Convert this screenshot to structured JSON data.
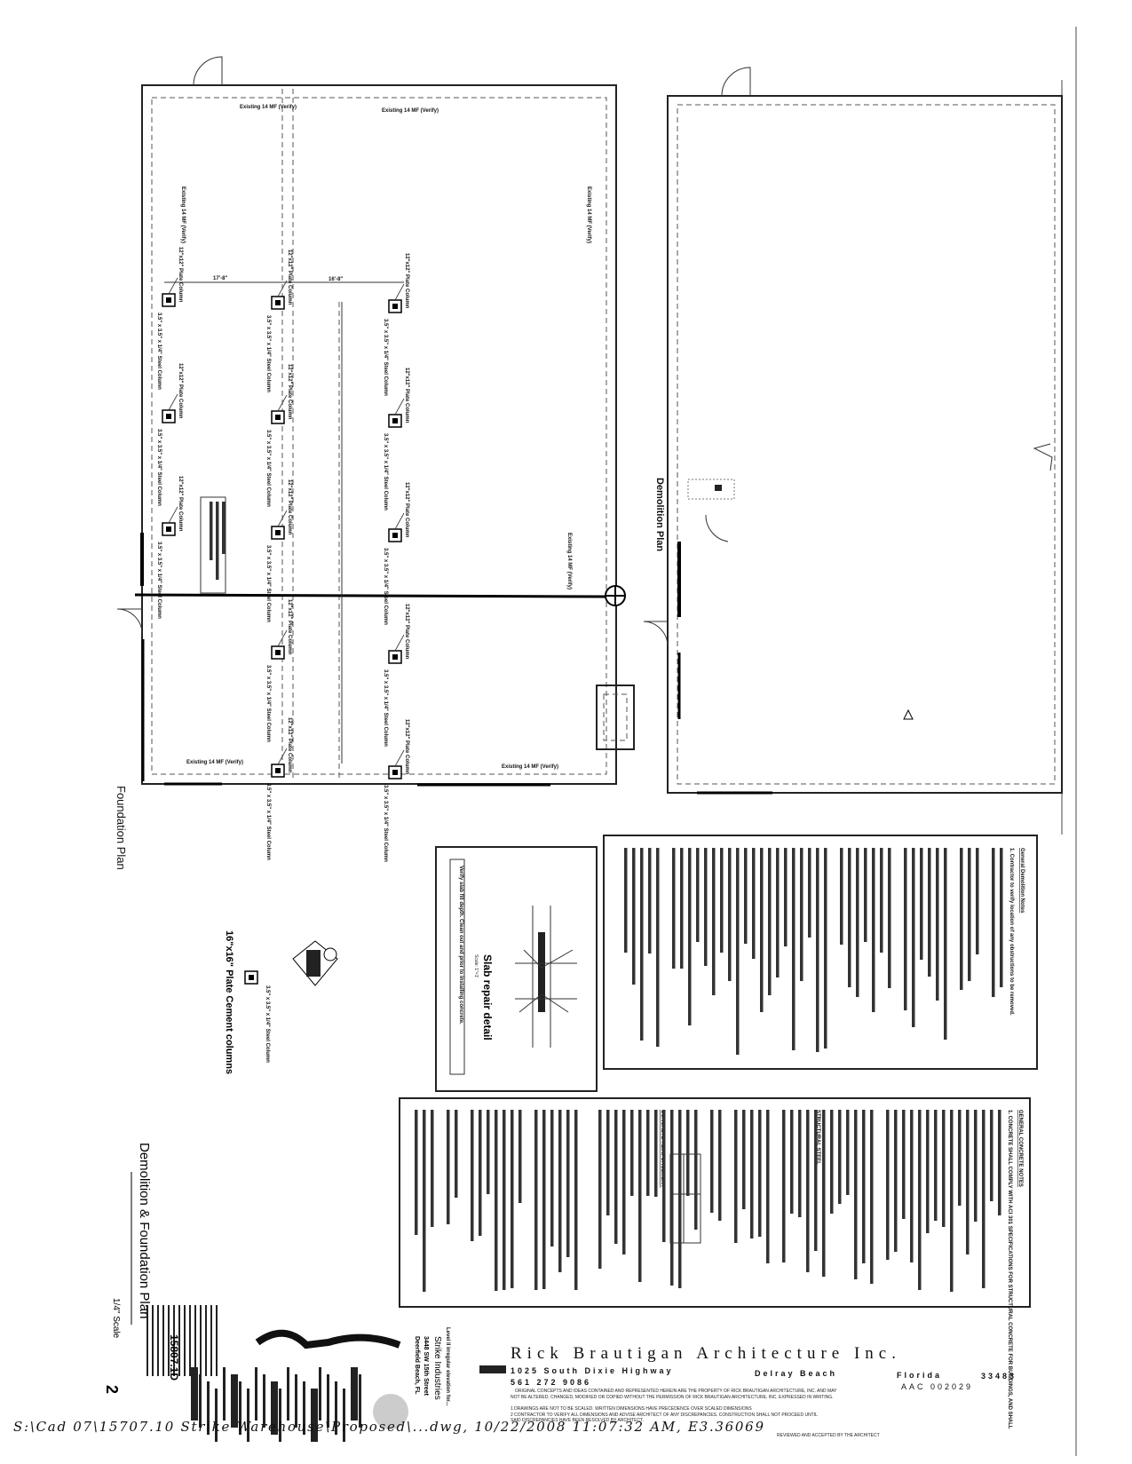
{
  "sheet": {
    "title": "Demolition & Foundation Plan",
    "scale": "1/4\" Scale",
    "sheet_number": "2",
    "job_number": "15807.1D"
  },
  "plans": {
    "foundation_title": "Foundation Plan",
    "demolition_title": "Demolition Plan",
    "labels": {
      "existing_wall": "Existing 14 MF (Verify)",
      "plate_column": "12\"x12\" Plate Column",
      "steel_column": "3.5\" x 3.5\" x 1/4\" Steel Column",
      "dim_a": "17'-8\"",
      "dim_b": "16'-8\""
    }
  },
  "details": {
    "slab_title": "Slab repair detail",
    "slab_scale": "Scale: 1\"=1'",
    "slab_note": "Verify slab fill depth. Clean out and prior to installing concrete.",
    "column_title": "16\"x16\" Plate Cement columns"
  },
  "notes": {
    "demolition_heading": "General Demolition Notes",
    "demolition_first": "1. Contractor to verify location of any obstructions to be removed.",
    "concrete_heading": "GENERAL CONCRETE NOTES",
    "concrete_first": "1. CONCRETE SHALL COMPLY WITH ACI 301 SPECIFICATIONS FOR STRUCTURAL CONCRETE FOR BUILDINGS, AND SHALL",
    "steel_heading": "STRUCTURAL STEEL",
    "reinforcement_heading": "CONCRETE REINFORCEMENT"
  },
  "project": {
    "name": "Strike Industries",
    "street": "3448 SW 15th Street",
    "city": "Deerfield Beach, FL",
    "description": "Level II irregular elevation for..."
  },
  "firm": {
    "name": "Rick Brautigan Architecture Inc.",
    "street": "1025 South Dixie Highway",
    "city": "Delray Beach",
    "state": "Florida",
    "zip": "33483",
    "phone": "561 272 9086",
    "license": "AAC 002029",
    "copyright": "ORIGINAL CONCEPTS AND IDEAS CONTAINED AND REPRESENTED HEREIN ARE THE PROPERTY OF RICK BRAUTIGAN ARCHITECTURE, INC. AND MAY",
    "copyright2": "NOT BE ALTERED, CHANGED, MODIFIED OR COPIED WITHOUT THE PERMISSION OF RICK BRAUTIGAN ARCHITECTURE, INC. EXPRESSED IN WRITING.",
    "note1": "1 DRAWINGS ARE NOT TO BE SCALED. WRITTEN DIMENSIONS HAVE PRECEDENCE OVER SCALED DIMENSIONS",
    "note2": "2 CONTRACTOR TO VERIFY ALL DIMENSIONS AND ADVISE ARCHITECT OF ANY DISCREPANCIES. CONSTRUCTION SHALL NOT PROCEED UNTIL",
    "note3": "SAID DISCREPANCIES HAVE BEEN RESOLVED BY ARCHITECT.",
    "note4": "REVIEWED AND ACCEPTED BY THE ARCHITECT"
  },
  "file_path": "S:\\Cad 07\\15707.10 Strike Warehouse\\Proposed\\...dwg, 10/22/2008 11:07:32 AM, E3.36069"
}
